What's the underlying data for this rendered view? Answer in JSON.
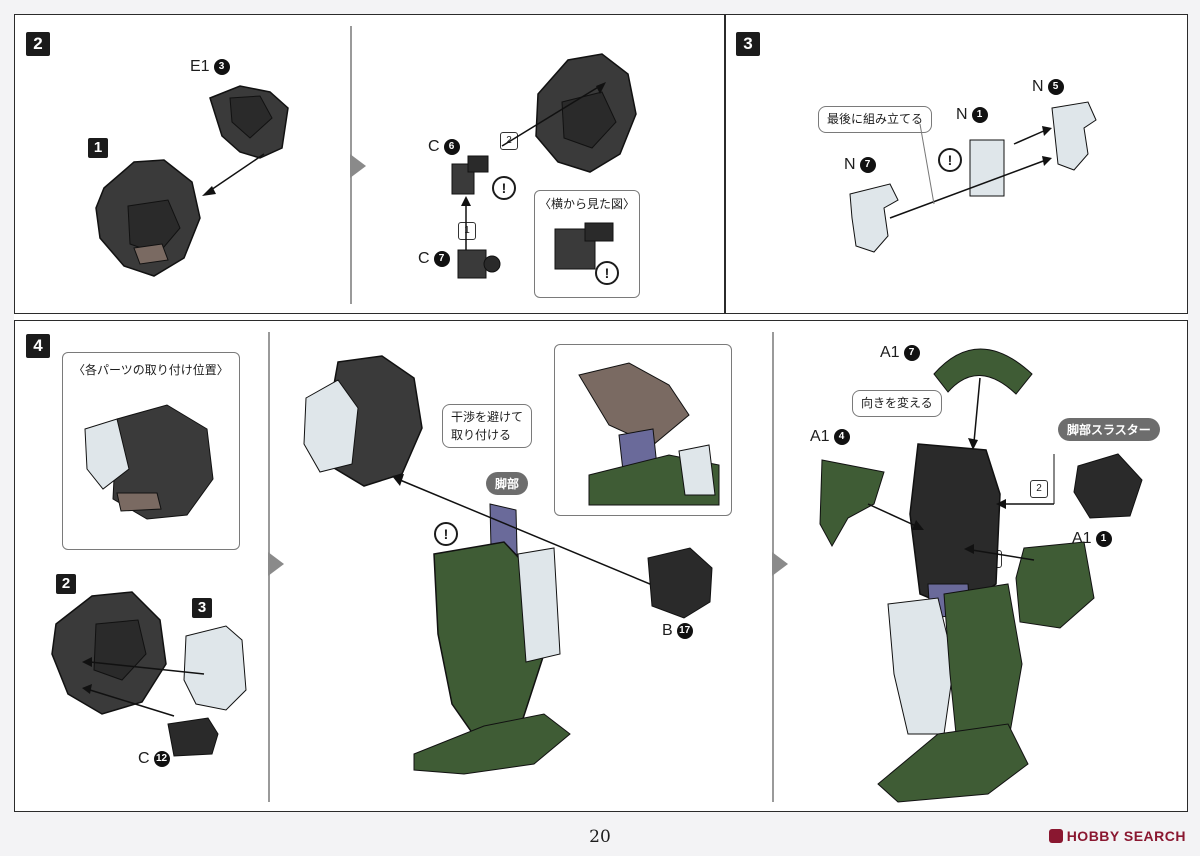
{
  "steps": {
    "s2": "2",
    "s3": "3",
    "s4": "4",
    "sub1": "1",
    "sub2": "2",
    "sub3": "3"
  },
  "part_labels": {
    "e1_3": "E1",
    "e1_3_num": "3",
    "c6": "C",
    "c6_num": "6",
    "c7": "C",
    "c7_num": "7",
    "n1": "N",
    "n1_num": "1",
    "n5": "N",
    "n5_num": "5",
    "n7": "N",
    "n7_num": "7",
    "c12": "C",
    "c12_num": "12",
    "b17": "B",
    "b17_num": "17",
    "a1_7": "A1",
    "a1_7_num": "7",
    "a1_4": "A1",
    "a1_4_num": "4",
    "a1_1": "A1",
    "a1_1_num": "1"
  },
  "order_marks": {
    "one": "1",
    "two": "2",
    "one_b": "1",
    "two_b": "2"
  },
  "notes": {
    "side_view": "〈横から見た図〉",
    "assemble_last": "最後に組み立てる",
    "positions": "〈各パーツの取り付け位置〉",
    "avoid_interference_1": "干渉を避けて",
    "avoid_interference_2": "取り付ける",
    "leg": "脚部",
    "change_direction": "向きを変える",
    "leg_thruster": "脚部スラスター",
    "excl": "!"
  },
  "footer": {
    "page_number": "20",
    "watermark": "HOBBY SEARCH"
  },
  "colors": {
    "part_black": "#3a3a3a",
    "part_dark": "#2a2a2a",
    "part_green": "#3f5c35",
    "part_clear": "#dfe6ea",
    "part_purple": "#6a6a9a",
    "part_brown": "#7a6a62"
  }
}
